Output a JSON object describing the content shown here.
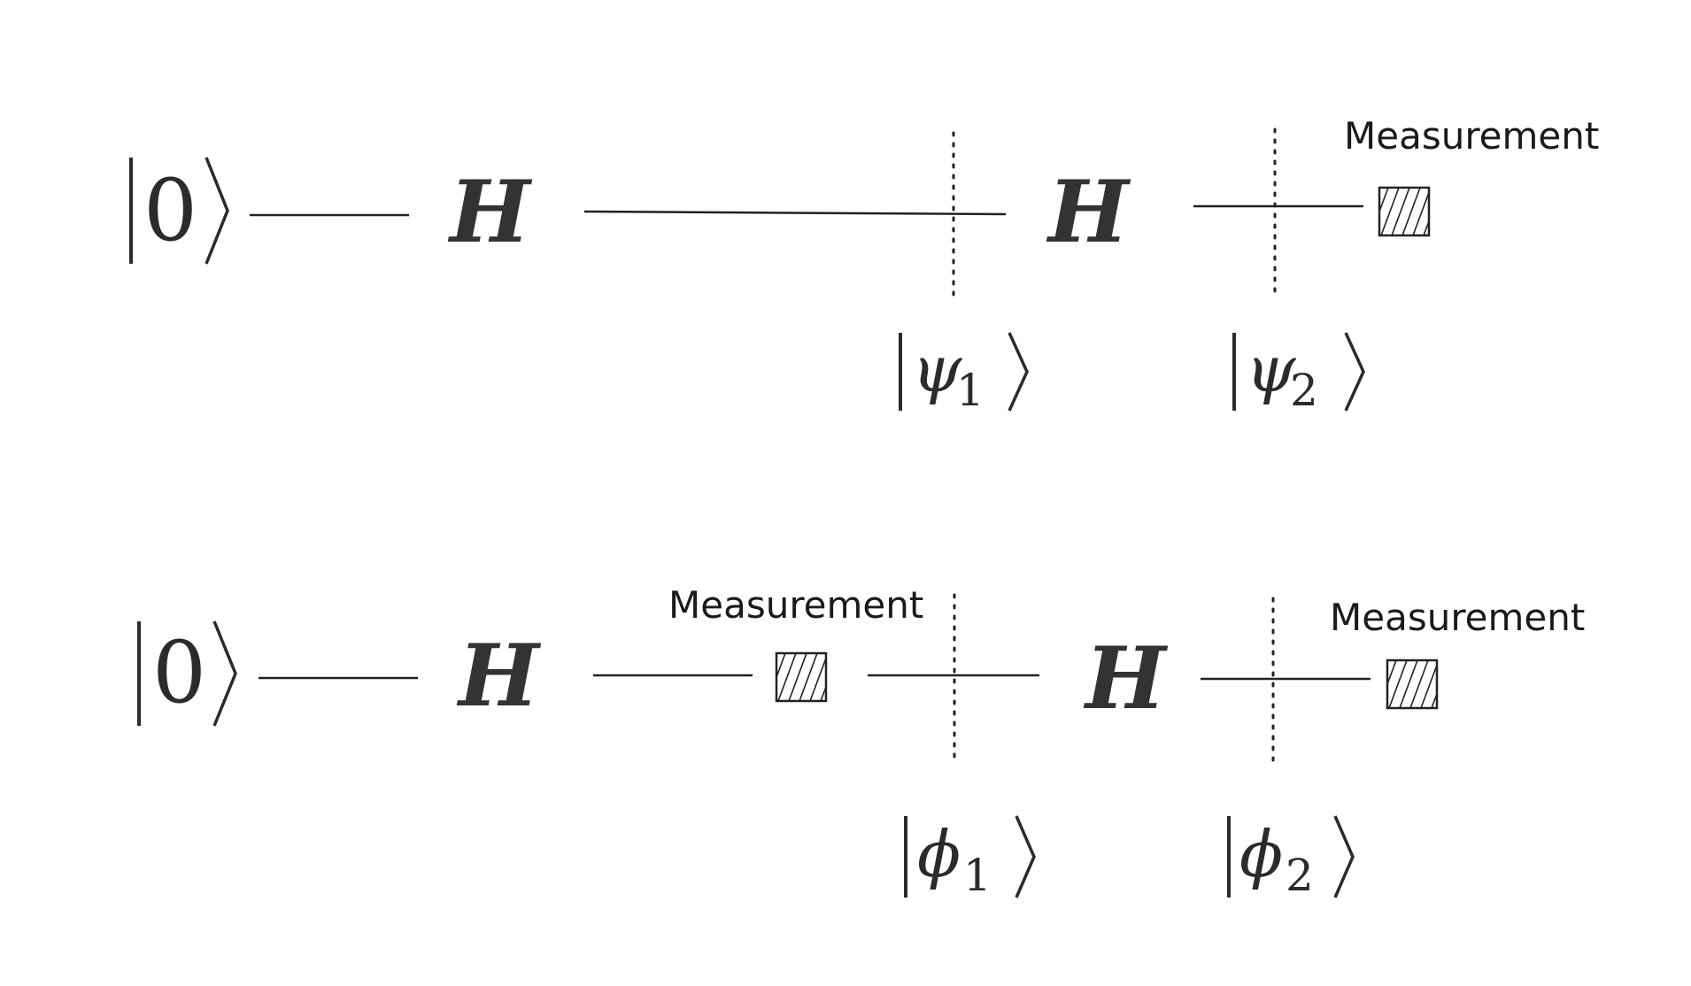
{
  "circuit_top": {
    "input_state": "0",
    "gate_1": "H",
    "gate_2": "H",
    "state_1": {
      "symbol": "ψ",
      "index": "1"
    },
    "state_2": {
      "symbol": "ψ",
      "index": "2"
    },
    "measurement_label": "Measurement"
  },
  "circuit_bottom": {
    "input_state": "0",
    "gate_1": "H",
    "gate_2": "H",
    "state_1": {
      "symbol": "ϕ",
      "index": "1"
    },
    "state_2": {
      "symbol": "ϕ",
      "index": "2"
    },
    "measurement_label_1": "Measurement",
    "measurement_label_2": "Measurement"
  }
}
